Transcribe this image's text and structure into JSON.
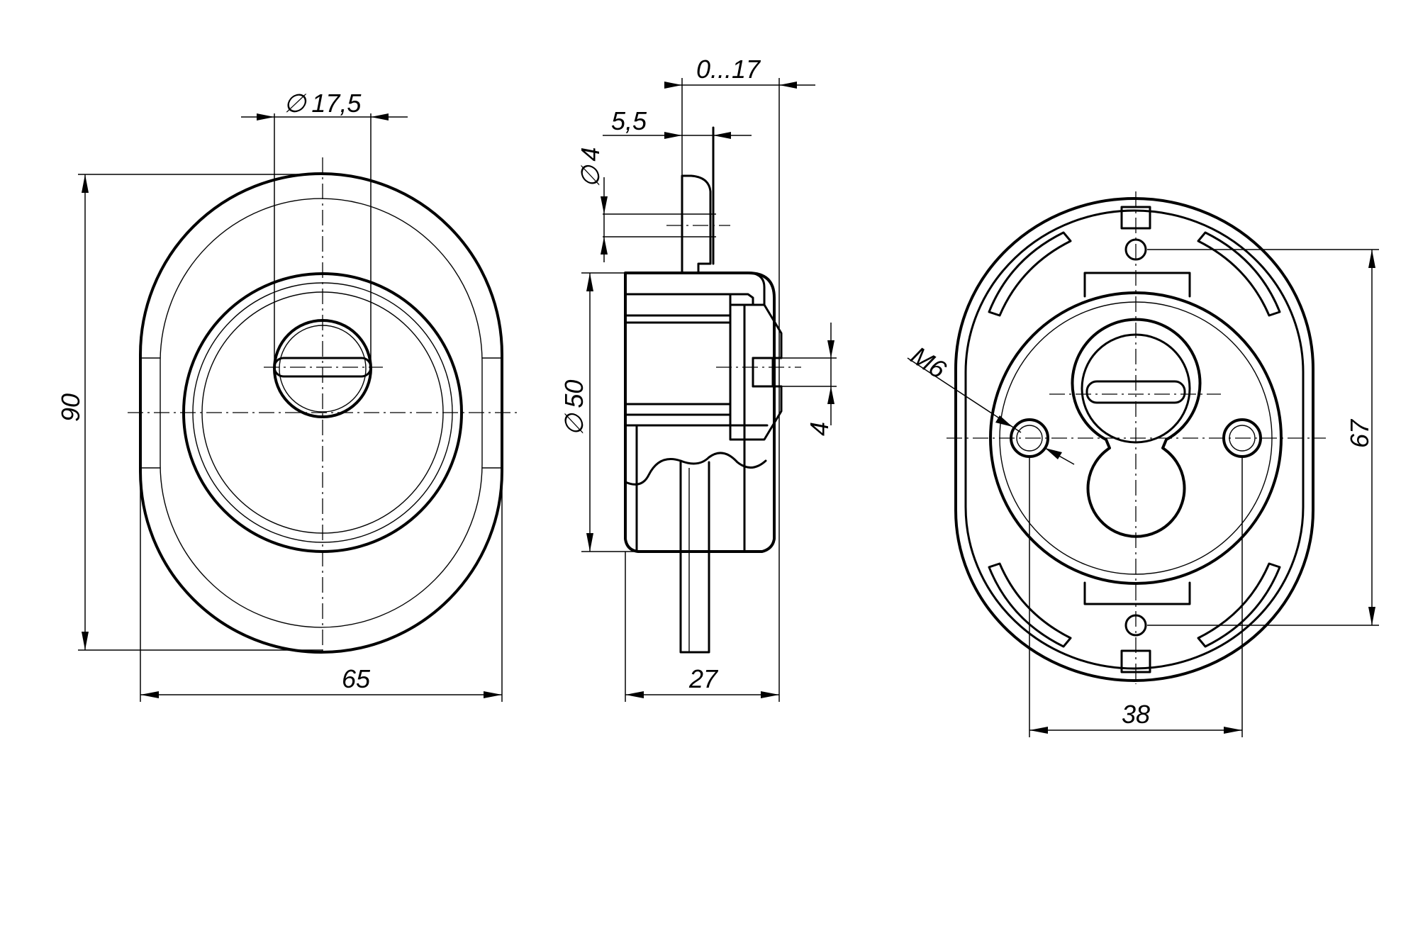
{
  "dimensions": {
    "front_cylinder_diameter": "17,5",
    "front_height": "90",
    "front_width": "65",
    "side_projection_range": "0...17",
    "side_plate_thickness": "5,5",
    "side_pin_diameter": "4",
    "side_body_diameter": "50",
    "side_slot_width": "4",
    "side_depth": "27",
    "rear_thread": "M6",
    "rear_hole_spacing": "38",
    "rear_slot_spacing": "67"
  },
  "symbols": {
    "diameter": "∅"
  }
}
